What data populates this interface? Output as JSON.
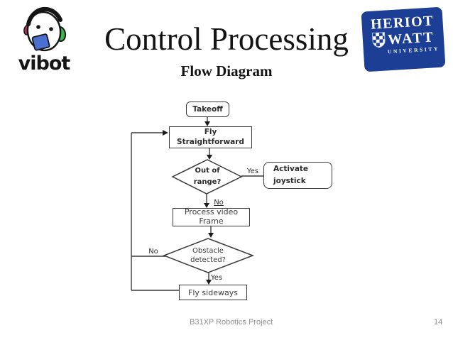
{
  "slide": {
    "title": "Control Processing",
    "subtitle": "Flow Diagram",
    "footer": {
      "project": "B31XP Robotics Project",
      "page_number": "14"
    }
  },
  "logos": {
    "vibot": {
      "wordmark": "vibot",
      "colors": {
        "outline": "#151515",
        "ear_left": "#a83258",
        "ear_right": "#3cb54e",
        "mouth": "#4a6fd0"
      }
    },
    "heriot_watt": {
      "line1": "HERIOT",
      "line2": "WATT",
      "line3": "UNIVERSITY",
      "background_color": "#1c3e94",
      "text_color": "#ffffff"
    }
  },
  "flowchart": {
    "line_color": "#3a3a3a",
    "nodes": {
      "takeoff": {
        "label": "Takeoff",
        "shape": "rounded-rect"
      },
      "fly_straightforward": {
        "label": "Fly\nStraightforward",
        "shape": "rect"
      },
      "out_of_range": {
        "label": "Out of\nrange?",
        "shape": "diamond"
      },
      "activate_joystick": {
        "label": "Activate\njoystick",
        "shape": "rounded-rect"
      },
      "process_video_frame": {
        "label": "Process video\nFrame",
        "shape": "rect"
      },
      "obstacle_detected": {
        "label": "Obstacle\ndetected?",
        "shape": "diamond"
      },
      "fly_sideways": {
        "label": "Fly sideways",
        "shape": "rect"
      }
    },
    "edge_labels": {
      "out_of_range_yes": "Yes",
      "out_of_range_no": "No",
      "obstacle_detected_no": "No",
      "obstacle_detected_yes": "Yes"
    }
  }
}
